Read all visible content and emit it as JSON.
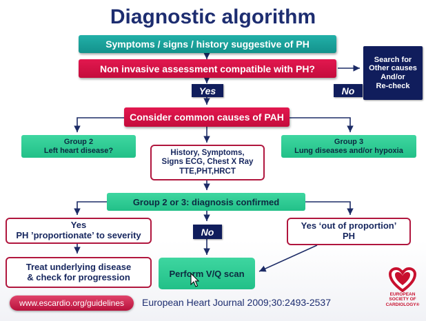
{
  "title": "Diagnostic algorithm",
  "boxes": {
    "symptoms": "Symptoms / signs / history suggestive of PH",
    "noninvasive": "Non invasive assessment compatible with PH?",
    "yes1": "Yes",
    "no1": "No",
    "search": [
      "Search for",
      "Other causes",
      "And/or",
      "Re-check"
    ],
    "consider": "Consider common causes of PAH",
    "group2": [
      "Group 2",
      "Left heart disease?"
    ],
    "history": [
      "History, Symptoms,",
      "Signs ECG, Chest X Ray",
      "TTE,PHT,HRCT"
    ],
    "group3": [
      "Group 3",
      "Lung diseases and/or hypoxia"
    ],
    "confirmed": "Group 2 or 3: diagnosis confirmed",
    "yes_proportionate": [
      "Yes",
      "PH ’proportionate’ to severity"
    ],
    "no2": "No",
    "yes_out": [
      "Yes ‘out of proportion’",
      "PH"
    ],
    "treat": [
      "Treat underlying disease",
      "& check for progression"
    ],
    "vq": "Perform V/Q scan"
  },
  "footer": {
    "url": "www.escardio.org/guidelines",
    "citation": "European Heart Journal 2009;30:2493-2537",
    "logo_text": [
      "EUROPEAN",
      "SOCIETY OF",
      "CARDIOLOGY®"
    ]
  },
  "colors": {
    "title": "#1d2d70",
    "teal": "#13928c",
    "red": "#c40c3c",
    "green": "#22c088",
    "navy": "#101d5c"
  }
}
